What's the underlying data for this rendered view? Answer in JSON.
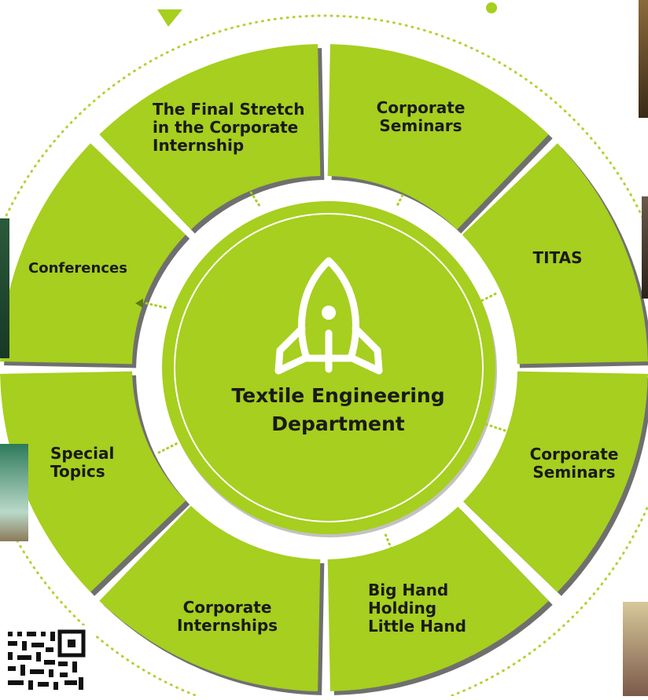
{
  "diagram": {
    "center": {
      "title_line1": "Textile Engineering",
      "title_line2": "Department",
      "icon": "rocket-icon"
    },
    "segments": [
      {
        "id": "corporate-seminars-top",
        "lines": [
          "Corporate",
          "Seminars"
        ]
      },
      {
        "id": "titas",
        "lines": [
          "TITAS"
        ]
      },
      {
        "id": "corporate-seminars-right",
        "lines": [
          "Corporate",
          "Seminars"
        ]
      },
      {
        "id": "big-hand",
        "lines": [
          "Big Hand",
          "Holding",
          "Little Hand"
        ]
      },
      {
        "id": "corporate-internships",
        "lines": [
          "Corporate",
          "Internships"
        ]
      },
      {
        "id": "special-topics",
        "lines": [
          "Special",
          "Topics"
        ]
      },
      {
        "id": "conferences",
        "lines": [
          "Conferences"
        ]
      },
      {
        "id": "final-stretch",
        "lines": [
          "The Final Stretch",
          "in the Corporate",
          "Internship"
        ]
      }
    ]
  },
  "colors": {
    "segment_fill": "#a6cf1f",
    "segment_shadow": "#6f6f6f",
    "center_fill": "#a6cf1f",
    "dotted_line": "#a6cf1f",
    "text": "#1a1a1a"
  }
}
